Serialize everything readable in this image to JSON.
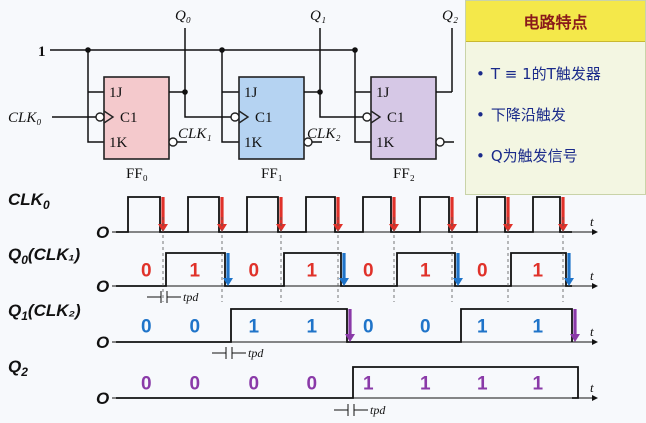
{
  "circuit": {
    "input_one": "1",
    "clk_in": "CLK₀",
    "outputs": [
      "Q₀",
      "Q₁",
      "Q₂"
    ],
    "clk_links": [
      "CLK₁",
      "CLK₂"
    ],
    "flipflops": [
      {
        "name": "FF₀",
        "fill": "#f4c9cc",
        "j": "1J",
        "c": "C1",
        "k": "1K"
      },
      {
        "name": "FF₁",
        "fill": "#b5d3f2",
        "j": "1J",
        "c": "C1",
        "k": "1K"
      },
      {
        "name": "FF₂",
        "fill": "#d6c8e6",
        "j": "1J",
        "c": "C1",
        "k": "1K"
      }
    ]
  },
  "features": {
    "title": "电路特点",
    "items": [
      "T ≡ 1的T触发器",
      "下降沿触发",
      "Q为触发信号"
    ]
  },
  "timing": {
    "signals": [
      {
        "label": "CLK",
        "sub": "0",
        "extra": "",
        "low_label": "O"
      },
      {
        "label": "Q",
        "sub": "0",
        "extra": "(CLK₁)",
        "low_label": "O"
      },
      {
        "label": "Q",
        "sub": "1",
        "extra": "(CLK₂)",
        "low_label": "O"
      },
      {
        "label": "Q",
        "sub": "2",
        "extra": "",
        "low_label": "O"
      }
    ],
    "axis_label": "t",
    "tpd_label": "tpd",
    "q0_values": [
      "0",
      "1",
      "0",
      "1",
      "0",
      "1",
      "0",
      "1"
    ],
    "q1_values": [
      "0",
      "0",
      "1",
      "1",
      "0",
      "0",
      "1",
      "1"
    ],
    "q2_values": [
      "0",
      "0",
      "0",
      "0",
      "1",
      "1",
      "1",
      "1"
    ],
    "colors": {
      "q0_text": "#e0322a",
      "q1_text": "#1f74c9",
      "q2_text": "#8a3aa8",
      "clk_arrow": "#e0322a",
      "q0_arrow": "#1f74c9",
      "q1_arrow": "#8a3aa8"
    }
  }
}
